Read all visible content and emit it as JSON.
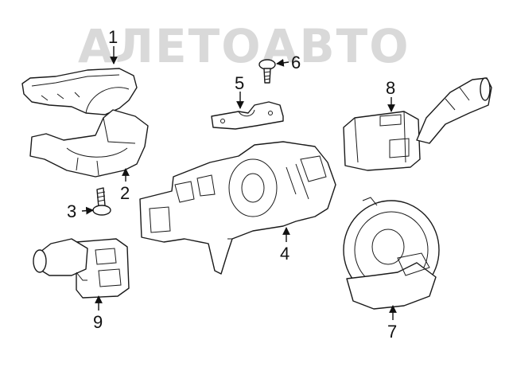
{
  "watermark": {
    "text": "АЛЕТОАВТО"
  },
  "callouts": [
    {
      "id": "1",
      "label": "1"
    },
    {
      "id": "2",
      "label": "2"
    },
    {
      "id": "3",
      "label": "3"
    },
    {
      "id": "4",
      "label": "4"
    },
    {
      "id": "5",
      "label": "5"
    },
    {
      "id": "6",
      "label": "6"
    },
    {
      "id": "7",
      "label": "7"
    },
    {
      "id": "8",
      "label": "8"
    },
    {
      "id": "9",
      "label": "9"
    }
  ],
  "colors": {
    "line": "#1a1a1a",
    "watermark": "#d9d9d9",
    "background": "#ffffff"
  }
}
